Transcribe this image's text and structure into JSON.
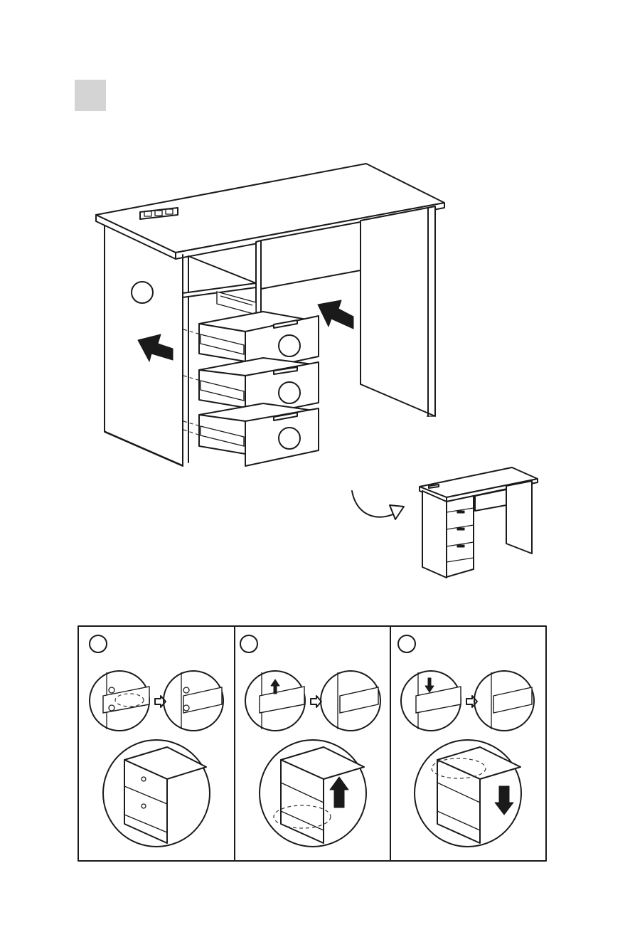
{
  "step_marker": {
    "color": "#d4d4d4"
  },
  "main_illustration": {
    "subject": "desk",
    "drawer_count": 3,
    "insert_arrows": [
      "arrow-left",
      "arrow-left"
    ]
  },
  "result_thumbnail": {
    "subject": "assembled-desk",
    "turn_arrow": "curved-arrow"
  },
  "detail_panels": [
    {
      "id": "panel-1",
      "arrow": "none"
    },
    {
      "id": "panel-2",
      "arrow": "up"
    },
    {
      "id": "panel-3",
      "arrow": "down"
    }
  ]
}
